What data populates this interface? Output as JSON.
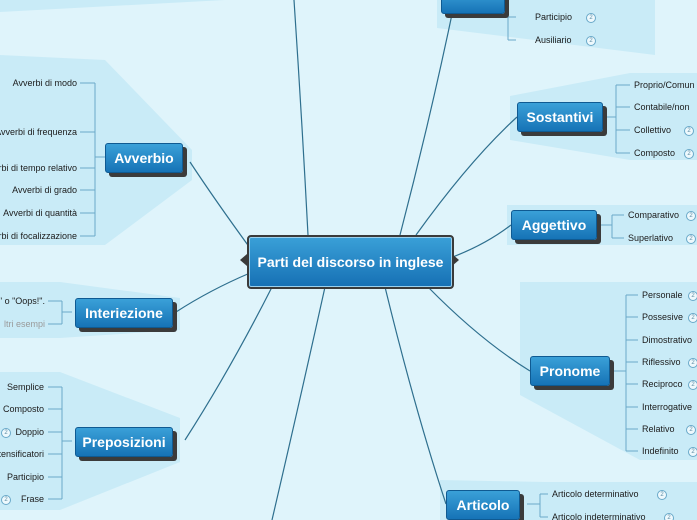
{
  "central": {
    "label": "Parti del discorso in inglese"
  },
  "branches": {
    "verbo": {
      "label": "",
      "children": [
        {
          "label": "Participio",
          "badge": "2"
        },
        {
          "label": "Ausiliario",
          "badge": "2"
        }
      ]
    },
    "sostantivi": {
      "label": "Sostantivi",
      "children": [
        {
          "label": "Proprio/Comun"
        },
        {
          "label": "Contabile/non"
        },
        {
          "label": "Collettivo",
          "badge": "2"
        },
        {
          "label": "Composto",
          "badge": "2"
        }
      ]
    },
    "aggettivo": {
      "label": "Aggettivo",
      "children": [
        {
          "label": "Comparativo",
          "badge": "2"
        },
        {
          "label": "Superlativo",
          "badge": "2"
        }
      ]
    },
    "pronome": {
      "label": "Pronome",
      "children": [
        {
          "label": "Personale",
          "badge": "2"
        },
        {
          "label": "Possesive",
          "badge": "2"
        },
        {
          "label": "Dimostrativo"
        },
        {
          "label": "Riflessivo",
          "badge": "2"
        },
        {
          "label": "Reciproco",
          "badge": "2"
        },
        {
          "label": "Interrogative"
        },
        {
          "label": "Relativo",
          "badge": "2"
        },
        {
          "label": "Indefinito",
          "badge": "2"
        }
      ]
    },
    "articolo": {
      "label": "Articolo",
      "children": [
        {
          "label": "Articolo determinativo",
          "badge": "2"
        },
        {
          "label": "Articolo indeterminativo",
          "badge": "2"
        }
      ]
    },
    "avverbio": {
      "label": "Avverbio",
      "children": [
        {
          "label": "Avverbi di modo"
        },
        {
          "label": "Avverbi di frequenza"
        },
        {
          "label": "Avverbi di tempo relativo"
        },
        {
          "label": "Avverbi di grado"
        },
        {
          "label": "Avverbi di quantità"
        },
        {
          "label": "Avverbi di focalizzazione"
        }
      ]
    },
    "interiezione": {
      "label": "Interiezione",
      "children": [
        {
          "label": "\" o \"Oops!\"."
        },
        {
          "label": "ltri esempi"
        }
      ]
    },
    "preposizioni": {
      "label": "Preposizioni",
      "children": [
        {
          "label": "Semplice"
        },
        {
          "label": "Composto"
        },
        {
          "label": "Doppio",
          "badge": "2"
        },
        {
          "label": "Intensificatori"
        },
        {
          "label": "Participio"
        },
        {
          "label": "Frase",
          "badge": "2"
        }
      ]
    }
  },
  "colors": {
    "background": "#dff4fb",
    "panel": "#c9ebf7",
    "connector": "#2e6f8e",
    "node": "#1e82c4"
  }
}
